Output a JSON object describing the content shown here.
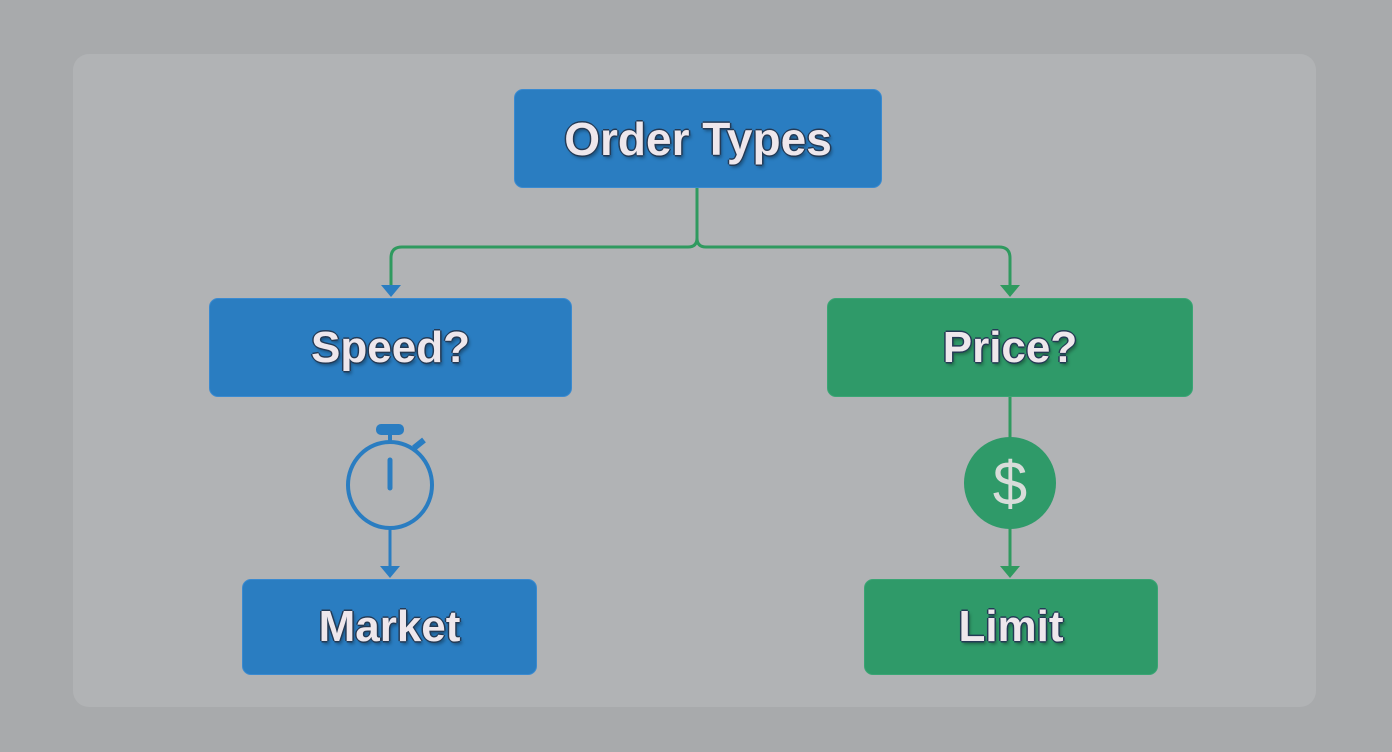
{
  "diagram": {
    "root": {
      "label": "Order Types"
    },
    "branches": [
      {
        "label": "Speed?",
        "icon": "stopwatch-icon",
        "result": "Market",
        "color": "#2a7dc1"
      },
      {
        "label": "Price?",
        "icon": "dollar-icon",
        "icon_text": "$",
        "result": "Limit",
        "color": "#2f9a69"
      }
    ],
    "connector_color": "#2f9a5f"
  }
}
